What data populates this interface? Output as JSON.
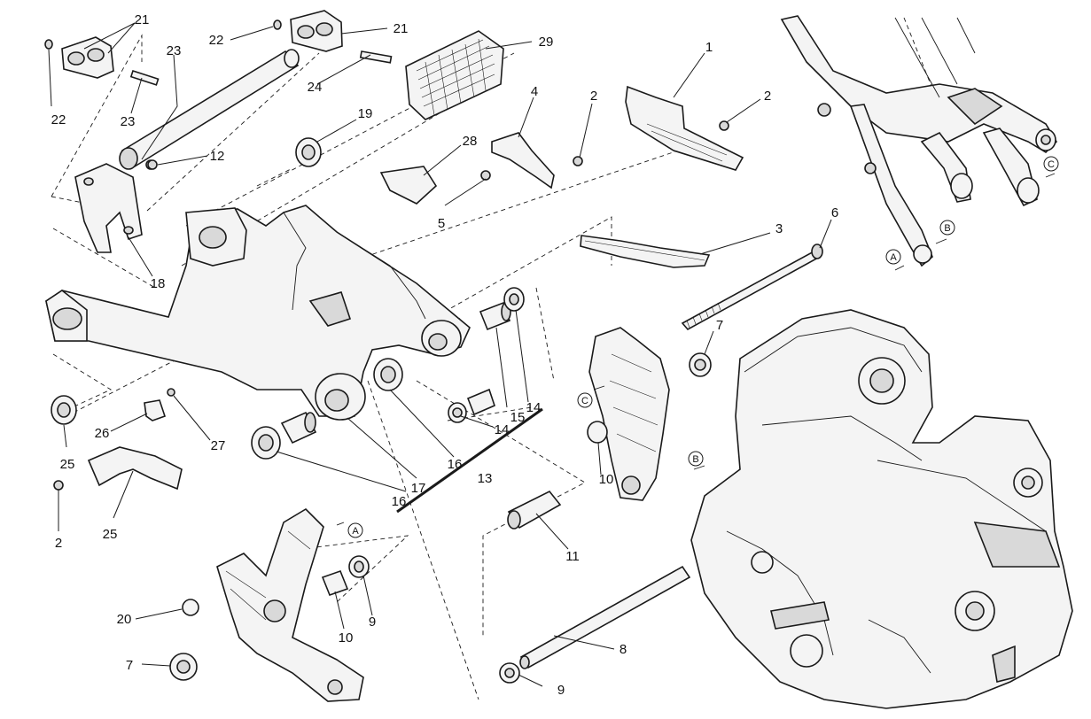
{
  "diagram": {
    "callouts": [
      {
        "id": "c1",
        "text": "1"
      },
      {
        "id": "c2a",
        "text": "2"
      },
      {
        "id": "c2b",
        "text": "2"
      },
      {
        "id": "c2c",
        "text": "2"
      },
      {
        "id": "c3",
        "text": "3"
      },
      {
        "id": "c4",
        "text": "4"
      },
      {
        "id": "c5",
        "text": "5"
      },
      {
        "id": "c6",
        "text": "6"
      },
      {
        "id": "c7a",
        "text": "7"
      },
      {
        "id": "c7b",
        "text": "7"
      },
      {
        "id": "c8",
        "text": "8"
      },
      {
        "id": "c9a",
        "text": "9"
      },
      {
        "id": "c9b",
        "text": "9"
      },
      {
        "id": "c10a",
        "text": "10"
      },
      {
        "id": "c10b",
        "text": "10"
      },
      {
        "id": "c11",
        "text": "11"
      },
      {
        "id": "c12",
        "text": "12"
      },
      {
        "id": "c13",
        "text": "13"
      },
      {
        "id": "c14a",
        "text": "14"
      },
      {
        "id": "c14b",
        "text": "14"
      },
      {
        "id": "c15",
        "text": "15"
      },
      {
        "id": "c16a",
        "text": "16"
      },
      {
        "id": "c16b",
        "text": "16"
      },
      {
        "id": "c17",
        "text": "17"
      },
      {
        "id": "c18",
        "text": "18"
      },
      {
        "id": "c19",
        "text": "19"
      },
      {
        "id": "c20",
        "text": "20"
      },
      {
        "id": "c21a",
        "text": "21"
      },
      {
        "id": "c21b",
        "text": "21"
      },
      {
        "id": "c22a",
        "text": "22"
      },
      {
        "id": "c22b",
        "text": "22"
      },
      {
        "id": "c23a",
        "text": "23"
      },
      {
        "id": "c23b",
        "text": "23"
      },
      {
        "id": "c24",
        "text": "24"
      },
      {
        "id": "c25a",
        "text": "25"
      },
      {
        "id": "c25b",
        "text": "25"
      },
      {
        "id": "c26",
        "text": "26"
      },
      {
        "id": "c27",
        "text": "27"
      },
      {
        "id": "c28",
        "text": "28"
      },
      {
        "id": "c29",
        "text": "29"
      }
    ],
    "refs": {
      "A": "A",
      "B": "B",
      "C": "C"
    },
    "colors": {
      "line": "#1a1a1a",
      "part_fill": "#f4f4f4",
      "shade": "#d9d9d9",
      "background": "#ffffff"
    }
  }
}
